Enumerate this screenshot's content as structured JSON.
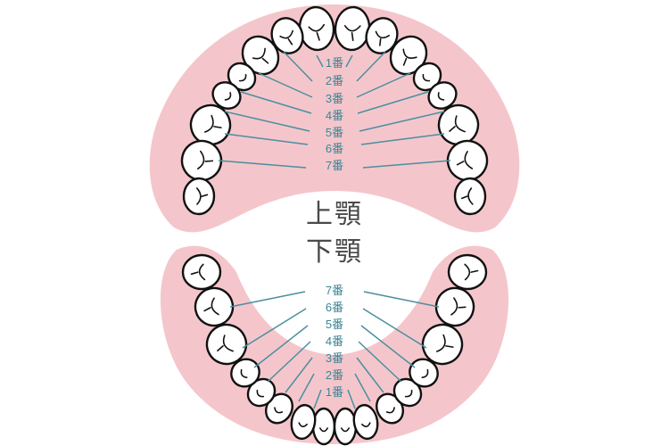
{
  "colors": {
    "gum": "#f4c6cb",
    "tooth_fill": "#ffffff",
    "tooth_outline": "#111111",
    "leader_line": "#4a8fa0",
    "number_text": "#3d8496",
    "jaw_label_text": "#4a4a4a"
  },
  "labels": {
    "upper_jaw": "上顎",
    "lower_jaw": "下顎"
  },
  "upper_numbers": [
    "1番",
    "2番",
    "3番",
    "4番",
    "5番",
    "6番",
    "7番"
  ],
  "lower_numbers": [
    "7番",
    "6番",
    "5番",
    "4番",
    "3番",
    "2番",
    "1番"
  ]
}
